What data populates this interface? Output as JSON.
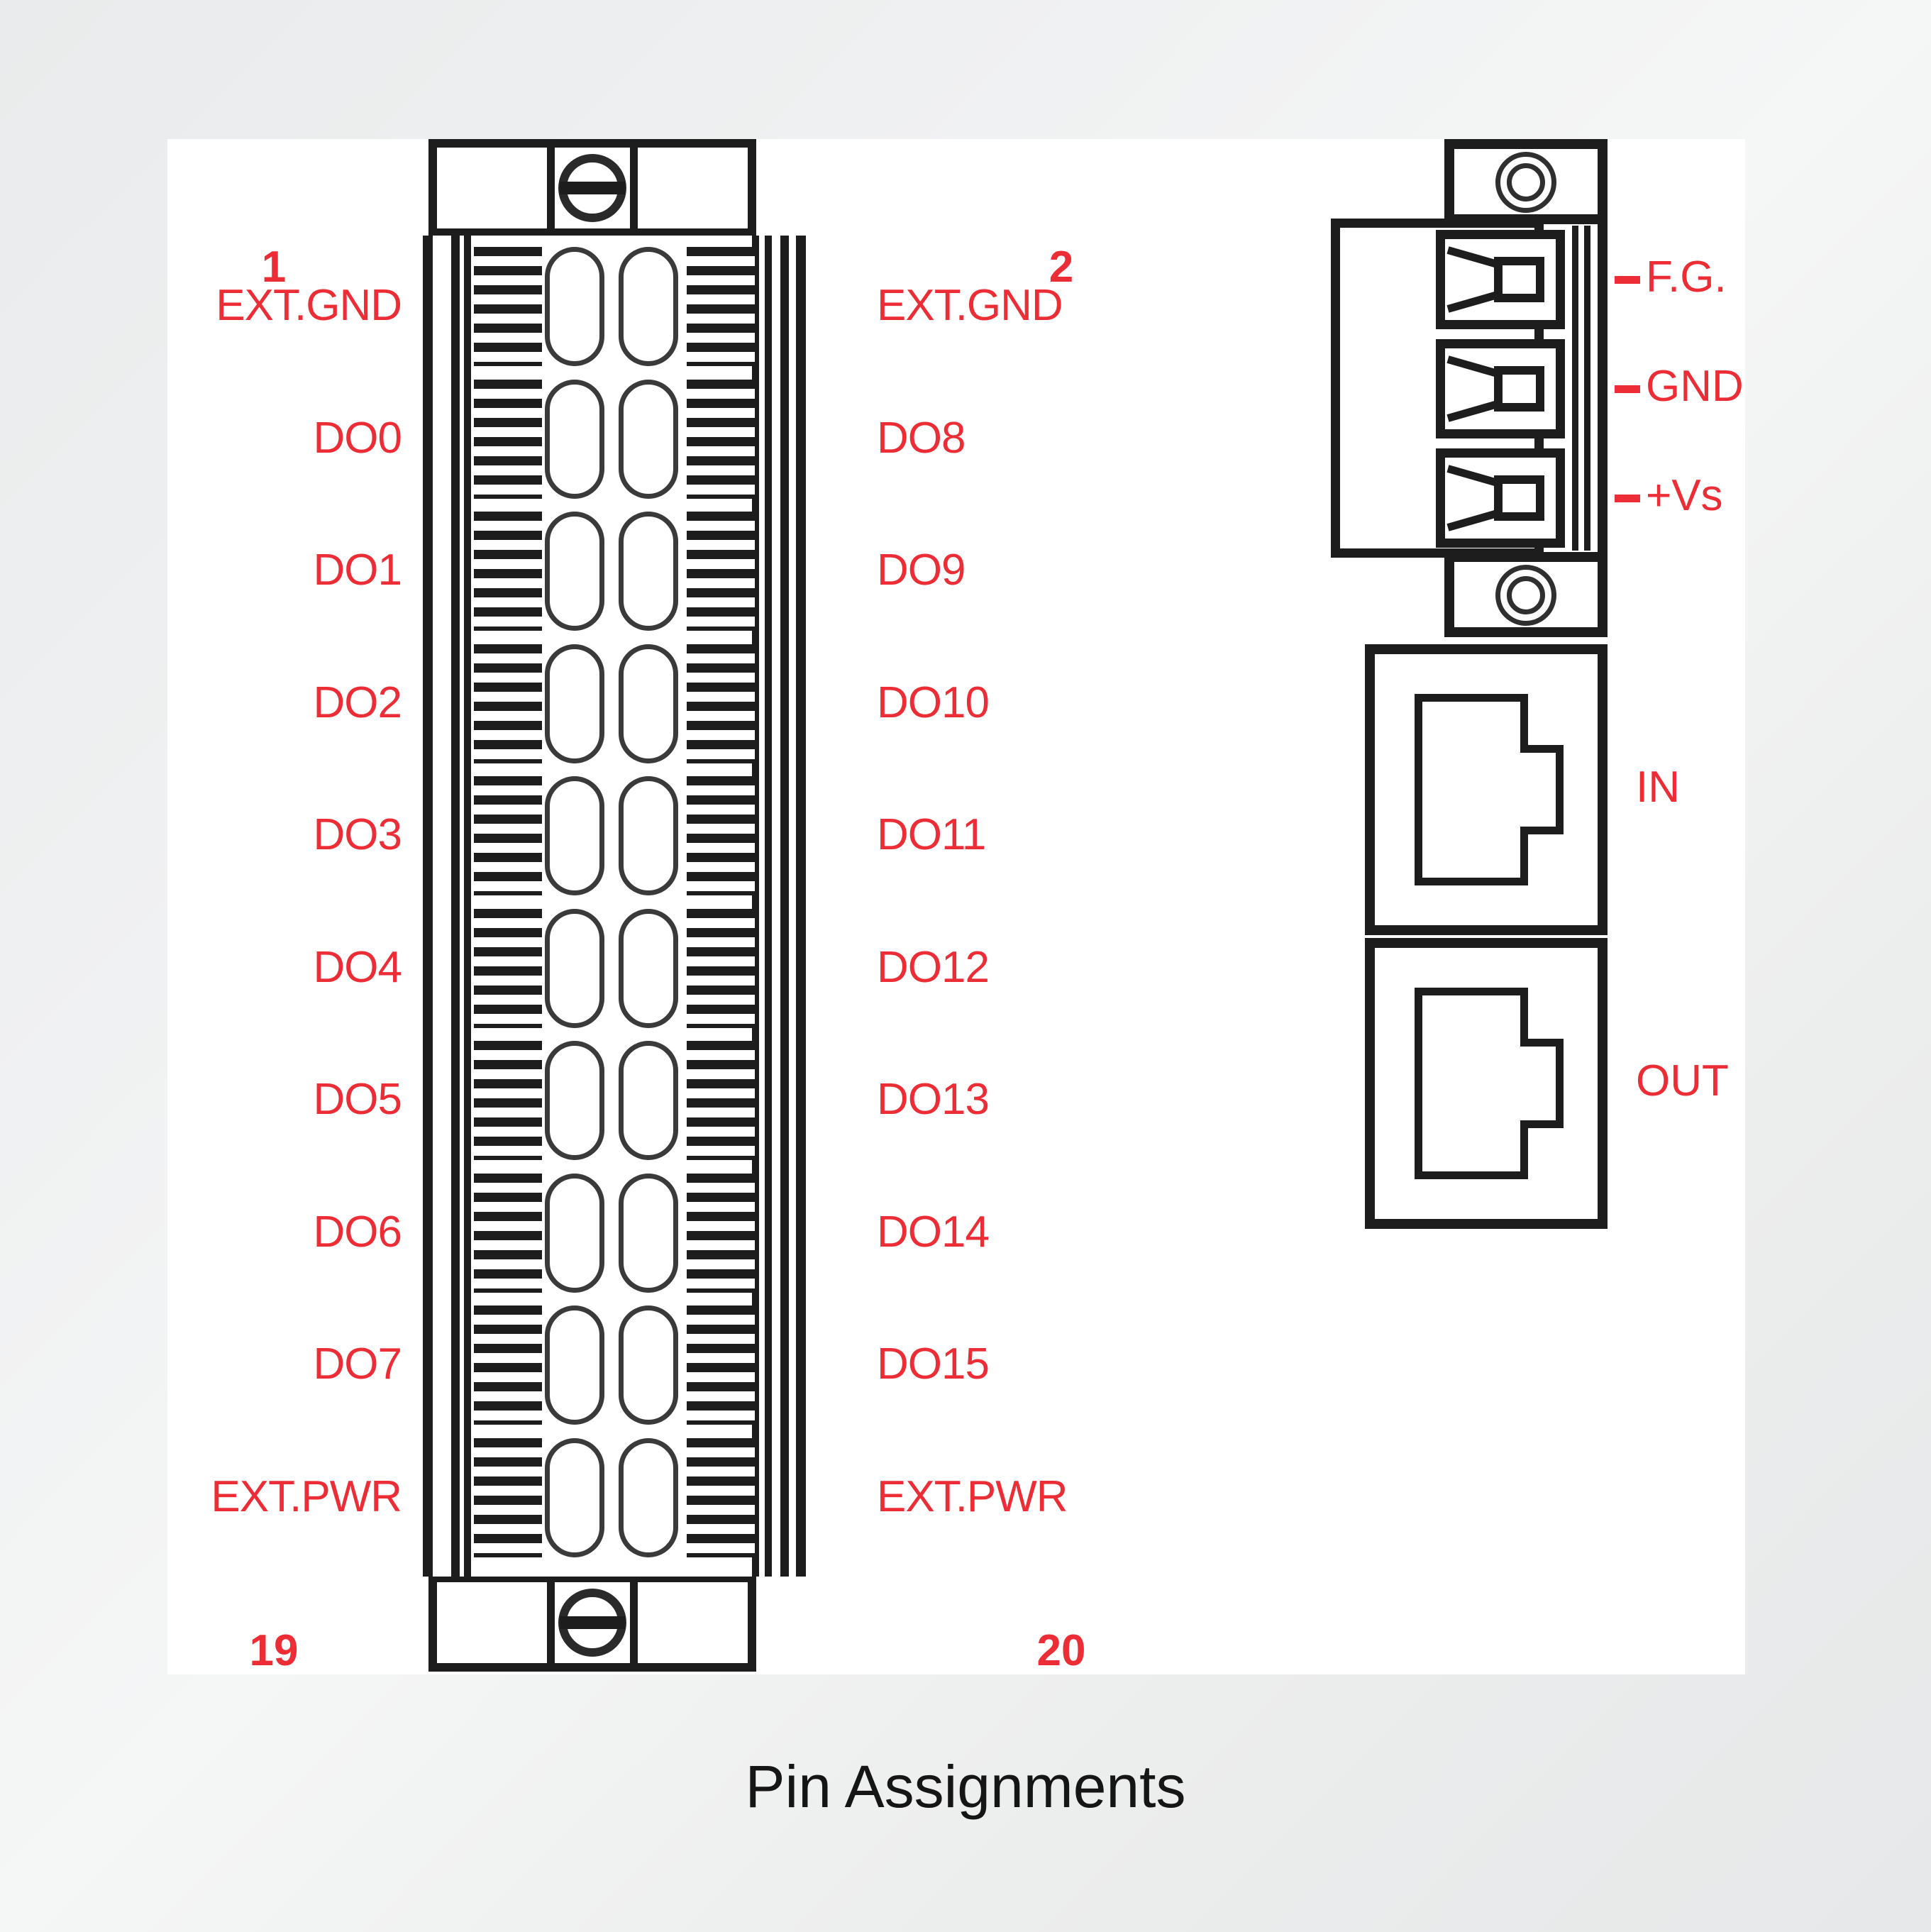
{
  "caption": "Pin Assignments",
  "colors": {
    "label_red": "#ec2d36",
    "line_black": "#1d1d1d",
    "panel_background": "#ffffff",
    "page_background": "#eef0f1"
  },
  "terminal_block": {
    "top_pin_number_left": "1",
    "top_pin_number_right": "2",
    "bottom_pin_number_left": "19",
    "bottom_pin_number_right": "20",
    "rows": [
      {
        "left": "EXT.GND",
        "right": "EXT.GND"
      },
      {
        "left": "DO0",
        "right": "DO8"
      },
      {
        "left": "DO1",
        "right": "DO9"
      },
      {
        "left": "DO2",
        "right": "DO10"
      },
      {
        "left": "DO3",
        "right": "DO11"
      },
      {
        "left": "DO4",
        "right": "DO12"
      },
      {
        "left": "DO5",
        "right": "DO13"
      },
      {
        "left": "DO6",
        "right": "DO14"
      },
      {
        "left": "DO7",
        "right": "DO15"
      },
      {
        "left": "EXT.PWR",
        "right": "EXT.PWR"
      }
    ]
  },
  "side_view": {
    "power_connector": {
      "terminals": [
        {
          "label": "F.G."
        },
        {
          "label": "GND"
        },
        {
          "label": "+Vs"
        }
      ]
    },
    "network_ports": [
      {
        "label": "IN"
      },
      {
        "label": "OUT"
      }
    ]
  }
}
